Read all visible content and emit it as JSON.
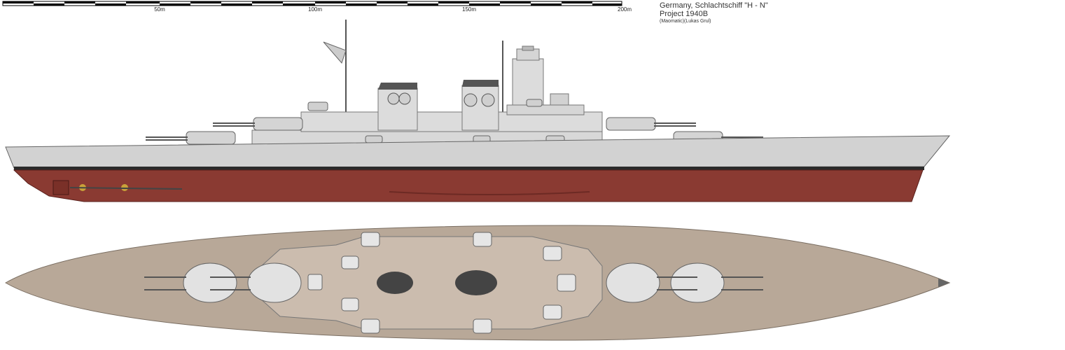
{
  "title": {
    "line1": "Germany, Schlachtschiff \"H - N\"",
    "line2": "Project 1940B",
    "credit": "(Maomatic)(Lukas Grul)"
  },
  "scale_bar": {
    "labels": [
      "50m",
      "100m",
      "150m",
      "200m"
    ]
  },
  "colors": {
    "hull_grey": "#d2d2d2",
    "hull_red": "#8a3a32",
    "boot_top": "#2a2a2a",
    "deck_wood": "#b8a898",
    "superstructure": "#dcdcdc",
    "funnel_cap": "#555555",
    "propeller": "#c9a23a"
  }
}
